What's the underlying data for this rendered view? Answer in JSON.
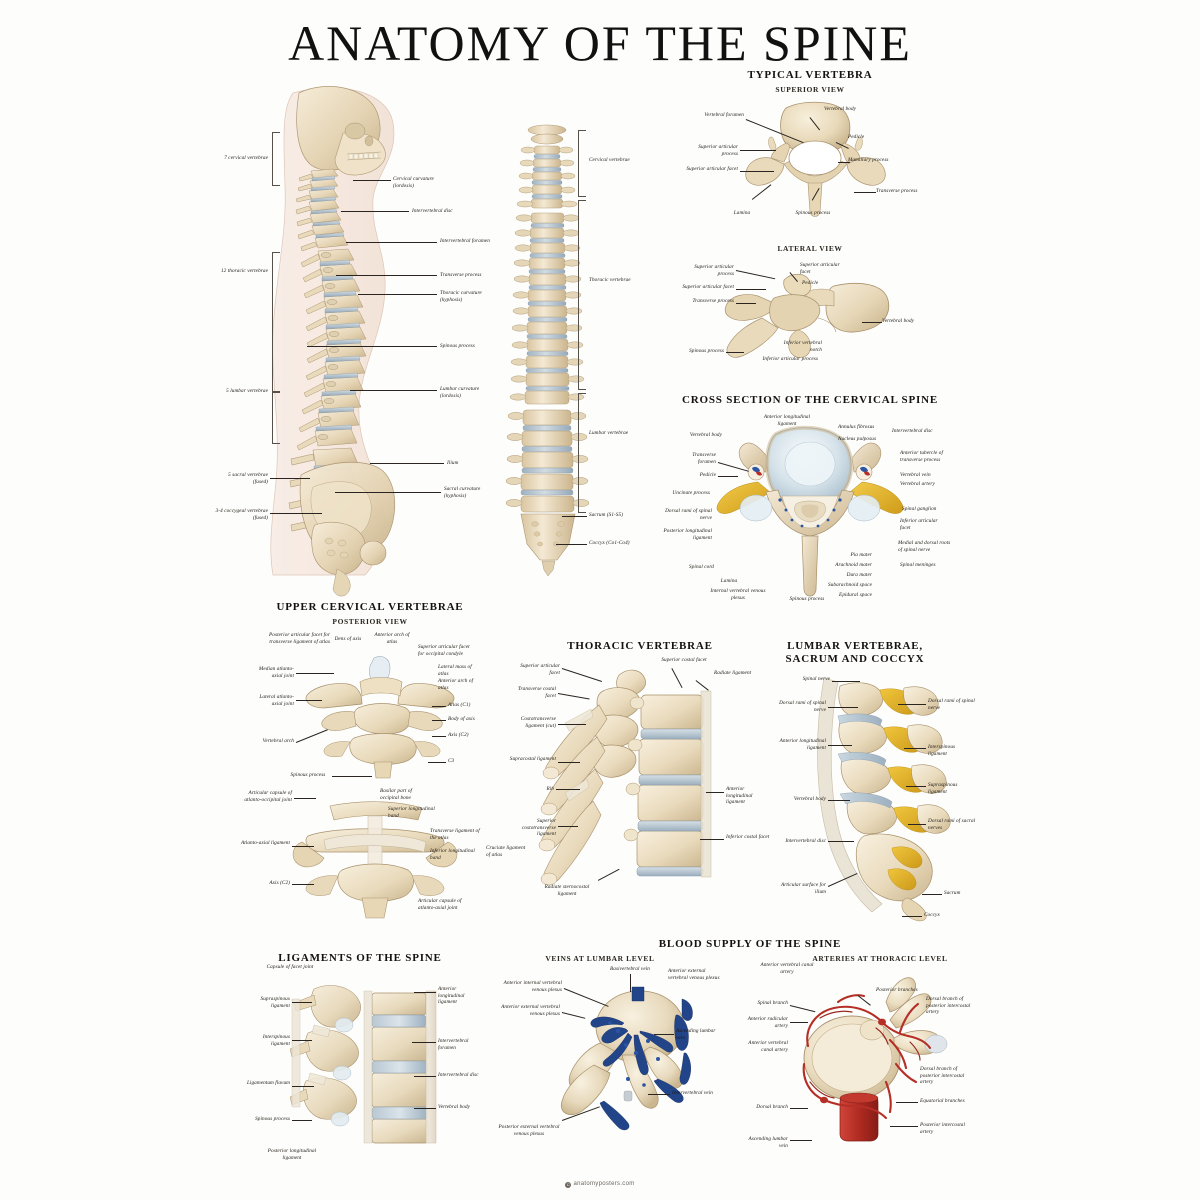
{
  "poster": {
    "title": "ANATOMY OF THE SPINE",
    "credit": "anatomyposters.com",
    "credit_mark": "C",
    "background": "#fdfdfb",
    "bone_color": "#e4d3b2",
    "disc_color": "#aebecb",
    "nerve_color": "#e0b128",
    "artery_color": "#b52f26",
    "vein_color": "#22458a"
  },
  "overview": {
    "lateral": {
      "left_labels": [
        "7 cervical vertebrae",
        "12 thoracic vertebrae",
        "5 lumbar vertebrae",
        "5 sacral vertebrae (fused)",
        "3-4 coccygeal vertebrae (fused)"
      ],
      "right_labels": [
        "Cervical curvature (lordosis)",
        "Intervertebral disc",
        "Intervertebral foramen",
        "Transverse process",
        "Thoracic curvature (kyphosis)",
        "Spinous process",
        "Lumbar curvature (lordosis)",
        "Ilium",
        "Sacral curvature (kyphosis)"
      ]
    },
    "anterior": {
      "labels": [
        "Cervical vertebrae",
        "Thoracic vertebrae",
        "Lumbar vertebrae",
        "Sacrum (S1-S5)",
        "Coccyx (Co1-Co4)"
      ]
    }
  },
  "typical_vertebra": {
    "title": "TYPICAL VERTEBRA",
    "superior_view": {
      "subtitle": "SUPERIOR VIEW",
      "labels_left": [
        "Vertebral foramen",
        "Superior articular process",
        "Superior articular facet"
      ],
      "labels_right": [
        "Vertebral body",
        "Pedicle",
        "Mamillary process",
        "Transverse process"
      ],
      "labels_bottom": [
        "Lamina",
        "Spinous process"
      ]
    },
    "lateral_view": {
      "subtitle": "LATERAL VIEW",
      "labels_left": [
        "Superior articular process",
        "Superior articular facet",
        "Transverse process",
        "Spinous process"
      ],
      "labels_right": [
        "Superior articular facet",
        "Pedicle",
        "Vertebral body",
        "Inferior vertebral notch",
        "Inferior articular process"
      ]
    }
  },
  "cervical_cross_section": {
    "title": "CROSS SECTION OF THE CERVICAL SPINE",
    "labels_top": [
      "Anterior longitudinal ligament",
      "Annulus fibrosus",
      "Nucleus pulposus",
      "Intervertebral disc"
    ],
    "labels_left": [
      "Vertebral body",
      "Transverse foramen",
      "Pedicle",
      "Uncinate process",
      "Dorsal rami of spinal nerve",
      "Posterior longitudinal ligament",
      "Spinal cord",
      "Lamina",
      "Internal vertebral venous plexus"
    ],
    "labels_right": [
      "Anterior tubercle of transverse process",
      "Vertebral vein",
      "Vertebral artery",
      "Spinal ganglion",
      "Inferior articular facet",
      "Medial and dorsal roots of spinal nerve",
      "Spinal meninges",
      "Pia mater",
      "Arachnoid mater",
      "Dura mater",
      "Subarachnoid space",
      "Epidural space",
      "Spinous process"
    ]
  },
  "upper_cervical": {
    "title": "UPPER CERVICAL VERTEBRAE",
    "subtitle": "POSTERIOR VIEW",
    "labels_top": [
      "Posterior articular facet for transverse ligament of atlas",
      "Dens of axis",
      "Anterior arch of atlas",
      "Superior articular facet for occipital condyle"
    ],
    "labels_left": [
      "Median atlanto-axial joint",
      "Lateral atlanto-axial joint",
      "Vertebral arch",
      "Spinous process"
    ],
    "labels_right": [
      "Lateral mass of atlas",
      "Anterior arch of atlas",
      "Atlas (C1)",
      "Body of axis",
      "Axis (C2)",
      "C3"
    ],
    "lower": {
      "labels_left": [
        "Articular capsule of atlanto-occipital joint",
        "Atlanto-axial ligament",
        "Axis (C2)"
      ],
      "labels_right": [
        "Basilar part of occipital bone",
        "Superior longitudinal band",
        "Transverse ligament of the atlas",
        "Inferior longitudinal band",
        "Cruciate ligament of atlas",
        "Articular capsule of atlanto-axial joint"
      ]
    }
  },
  "thoracic": {
    "title": "THORACIC VERTEBRAE",
    "labels_left": [
      "Superior articular facet",
      "Transverse costal facet",
      "Costotransverse ligament (cut)",
      "Supracostal ligament",
      "Rib",
      "Superior costotransverse ligament",
      "Radiate sternocostal ligament"
    ],
    "labels_right": [
      "Superior costal facet",
      "Radiate ligament",
      "Anterior longitudinal ligament",
      "Inferior costal facet"
    ]
  },
  "lumbar_sacrum": {
    "title": "LUMBAR VERTEBRAE, SACRUM AND COCCYX",
    "labels_left": [
      "Spinal nerve",
      "Dorsal rami of spinal nerve",
      "Anterior longitudinal ligament",
      "Vertebral body",
      "Intervertebral disc",
      "Articular surface for ilium"
    ],
    "labels_right": [
      "Dorsal rami of spinal nerve",
      "Interspinous ligament",
      "Supraspinous ligament",
      "Dorsal rami of sacral nerves",
      "Sacrum",
      "Coccyx"
    ]
  },
  "ligaments": {
    "title": "LIGAMENTS OF THE SPINE",
    "labels_left": [
      "Capsule of facet joint",
      "Supraspinous ligament",
      "Interspinous ligament",
      "Ligamentum flavum",
      "Spinous process",
      "Posterior longitudinal ligament"
    ],
    "labels_right": [
      "Anterior longitudinal ligament",
      "Intervertebral foramen",
      "Intervertebral disc",
      "Vertebral body"
    ]
  },
  "blood_supply": {
    "title": "BLOOD SUPPLY OF THE SPINE",
    "veins": {
      "subtitle": "VEINS AT LUMBAR LEVEL",
      "labels_left": [
        "Anterior internal vertebral venous plexus",
        "Anterior external vertebral venous plexus",
        "Posterior external vertebral venous plexus"
      ],
      "labels_right": [
        "Basivertebral vein",
        "Anterior external vertebral venous plexus",
        "Ascending lumbar vein",
        "Intervertebral vein"
      ]
    },
    "arteries": {
      "subtitle": "ARTERIES AT THORACIC LEVEL",
      "labels_left": [
        "Anterior vertebral canal artery",
        "Spinal branch",
        "Anterior radicular artery",
        "Anterior vertebral canal artery",
        "Dorsal branch",
        "Ascending lumbar vein"
      ],
      "labels_right": [
        "Posterior branches",
        "Dorsal branch of posterior intercostal artery",
        "Dorsal branch of posterior intercostal artery",
        "Equatorial branches",
        "Posterior intercostal artery"
      ]
    }
  }
}
